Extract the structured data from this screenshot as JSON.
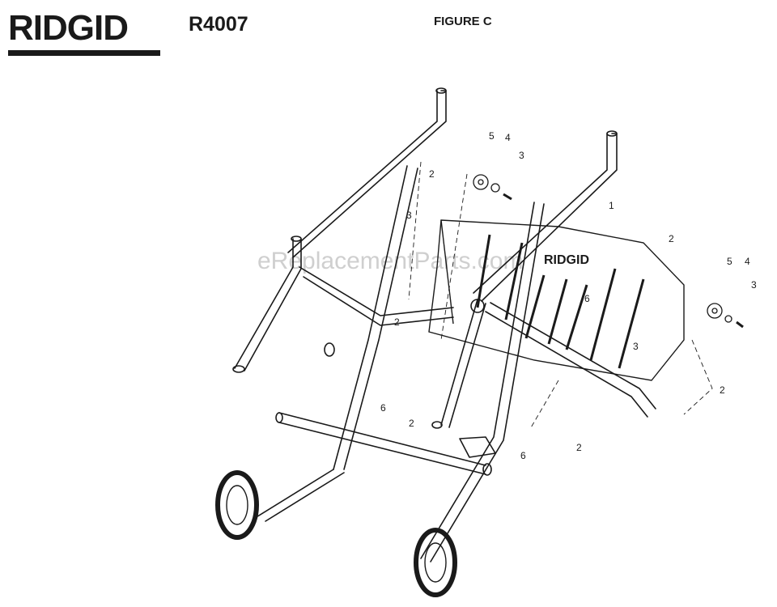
{
  "header": {
    "brand": "RIDGID",
    "model": "R4007",
    "figure": "FIGURE C"
  },
  "watermark": "eReplacementParts.com",
  "diagram": {
    "plate_logo": "RIDGID",
    "callouts": {
      "c1": "1",
      "c2a": "2",
      "c2b": "2",
      "c2c": "2",
      "c2d": "2",
      "c2e": "2",
      "c2f": "2",
      "c3a": "3",
      "c3b": "3",
      "c3c": "3",
      "c3d": "3",
      "c4a": "4",
      "c4b": "4",
      "c5a": "5",
      "c5b": "5",
      "c6a": "6",
      "c6b": "6",
      "c6c": "6"
    }
  }
}
